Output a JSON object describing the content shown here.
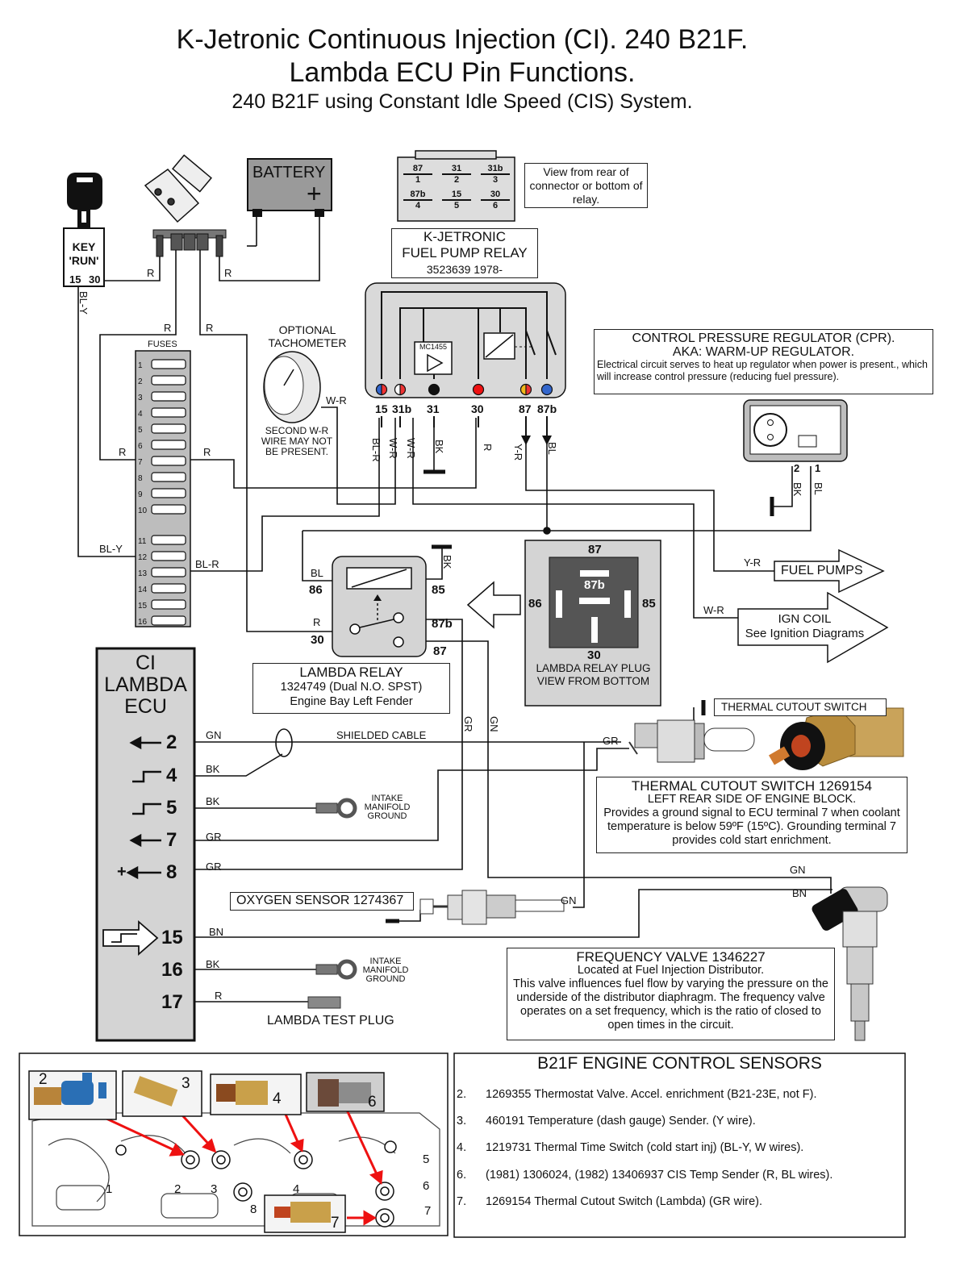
{
  "titles": {
    "line1": "K-Jetronic Continuous Injection (CI). 240 B21F.",
    "line2": "Lambda ECU Pin Functions.",
    "line3": "240 B21F using Constant Idle Speed (CIS) System."
  },
  "key": {
    "label1": "KEY",
    "label2": "'RUN'",
    "t15": "15",
    "t30": "30"
  },
  "battery": {
    "label": "BATTERY",
    "plus": "+"
  },
  "relay_pins": {
    "top": [
      {
        "a": "87",
        "b": "1"
      },
      {
        "a": "31",
        "b": "2"
      },
      {
        "a": "31b",
        "b": "3"
      }
    ],
    "bottom": [
      {
        "a": "87b",
        "b": "4"
      },
      {
        "a": "15",
        "b": "5"
      },
      {
        "a": "30",
        "b": "6"
      }
    ],
    "view_note": "View from rear of connector or bottom of relay."
  },
  "fuel_pump_relay": {
    "line1": "K-JETRONIC",
    "line2": "FUEL PUMP RELAY",
    "line3": "3523639 1978-",
    "chip": "MC1455",
    "terminals": [
      "15",
      "31b",
      "31",
      "30",
      "87",
      "87b"
    ]
  },
  "tach": {
    "title1": "OPTIONAL",
    "title2": "TACHOMETER",
    "note": "SECOND W-R WIRE MAY NOT BE PRESENT."
  },
  "fuses": {
    "label": "FUSES",
    "numbers": [
      "1",
      "2",
      "3",
      "4",
      "5",
      "6",
      "7",
      "8",
      "9",
      "10",
      "11",
      "12",
      "13",
      "14",
      "15",
      "16"
    ]
  },
  "cpr": {
    "title": "CONTROL PRESSURE REGULATOR (CPR).",
    "aka": "AKA: WARM-UP REGULATOR.",
    "desc": "Electrical circuit serves to heat up regulator when power is present., which will increase control pressure (reducing fuel pressure).",
    "pin2": "2",
    "pin1": "1"
  },
  "lambda_relay": {
    "title": "LAMBDA RELAY",
    "part": "1324749 (Dual N.O. SPST)",
    "loc": "Engine Bay Left Fender",
    "p86": "86",
    "p85": "85",
    "p30": "30",
    "p87b": "87b",
    "p87": "87"
  },
  "plug_view": {
    "p87": "87",
    "p87b": "87b",
    "p86": "86",
    "p85": "85",
    "p30": "30",
    "caption": "LAMBDA RELAY PLUG VIEW FROM BOTTOM"
  },
  "fuel_pumps": "FUEL PUMPS",
  "ign_coil": {
    "line1": "IGN COIL",
    "line2": "See Ignition Diagrams"
  },
  "ecu": {
    "line1": "CI",
    "line2": "LAMBDA",
    "line3": "ECU",
    "pins": [
      "2",
      "4",
      "5",
      "7",
      "8",
      "15",
      "16",
      "17"
    ]
  },
  "wires": {
    "R": "R",
    "BL_Y": "BL-Y",
    "BL_R": "BL-R",
    "W_R": "W-R",
    "Y_R": "Y-R",
    "BK": "BK",
    "BL": "BL",
    "GN": "GN",
    "GR": "GR",
    "BN": "BN"
  },
  "shielded_cable": "SHIELDED CABLE",
  "ground": {
    "l1": "INTAKE",
    "l2": "MANIFOLD",
    "l3": "GROUND"
  },
  "thermal_switch": {
    "tag": "THERMAL CUTOUT SWITCH",
    "title": "THERMAL CUTOUT SWITCH 1269154",
    "loc": "LEFT REAR SIDE OF ENGINE BLOCK.",
    "desc": "Provides a ground signal to ECU terminal 7 when coolant temperature is below 59ºF (15ºC). Grounding terminal 7 provides cold start enrichment."
  },
  "oxygen_sensor": "OXYGEN SENSOR 1274367",
  "freq_valve": {
    "title": "FREQUENCY VALVE 1346227",
    "loc": "Located at Fuel Injection Distributor.",
    "desc": "This valve influences fuel flow by varying the pressure on the underside of the distributor diaphragm. The frequency valve operates on a set frequency, which is the ratio of closed to open times in the circuit."
  },
  "test_plug": "LAMBDA TEST PLUG",
  "engine_numbers": [
    "1",
    "2",
    "3",
    "4",
    "5",
    "6",
    "7",
    "8"
  ],
  "photo_labels": [
    "2",
    "3",
    "4",
    "6",
    "7"
  ],
  "sensors": {
    "title": "B21F ENGINE CONTROL SENSORS",
    "items": [
      {
        "n": "2.",
        "text": "1269355 Thermostat Valve. Accel. enrichment (B21-23E, not F)."
      },
      {
        "n": "3.",
        "text": "460191 Temperature (dash gauge) Sender. (Y wire)."
      },
      {
        "n": "4.",
        "text": "1219731 Thermal Time Switch (cold start inj) (BL-Y, W wires)."
      },
      {
        "n": "6.",
        "text": "(1981) 1306024, (1982) 13406937  CIS Temp Sender (R, BL wires)."
      },
      {
        "n": "7.",
        "text": "1269154  Thermal Cutout Switch (Lambda) (GR wire)."
      }
    ]
  }
}
